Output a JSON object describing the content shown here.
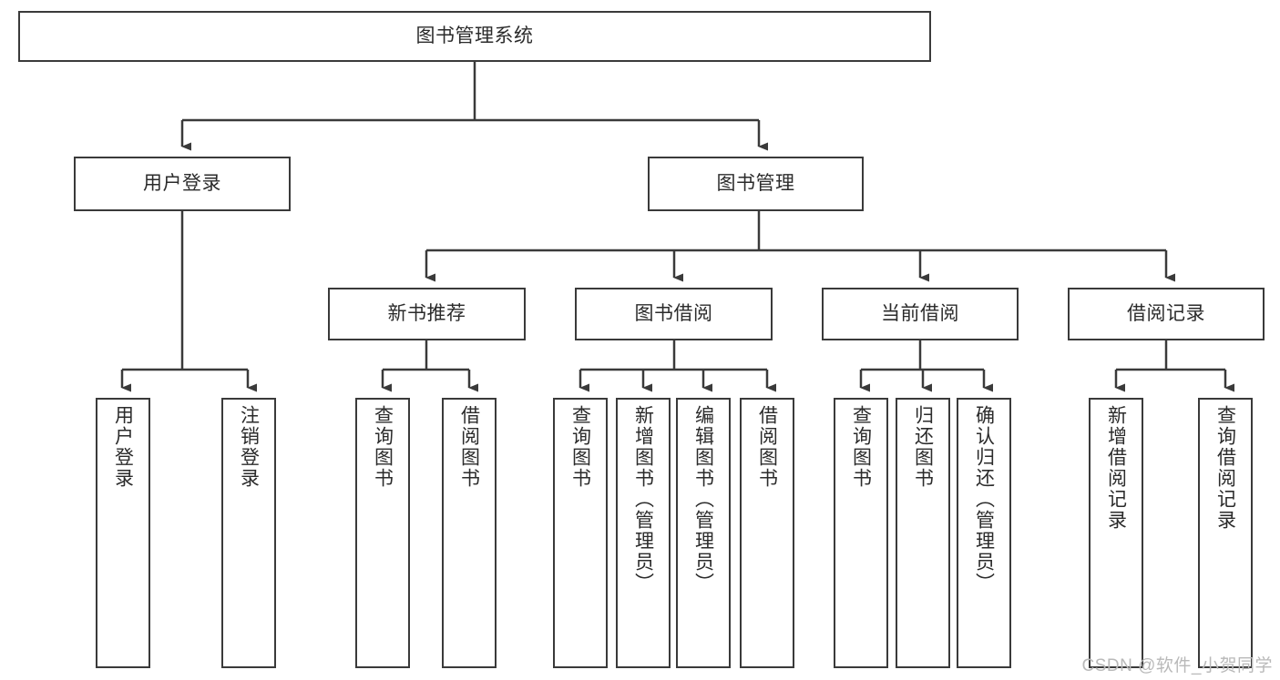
{
  "diagram": {
    "title": "图书管理系统",
    "type": "tree-hierarchy-diagram",
    "colors": {
      "background": "#ffffff",
      "box_border": "#3a3a3a",
      "box_fill": "#ffffff",
      "connector": "#3a3a3a",
      "text": "#2b2b2b",
      "watermark": "#b9b9b9"
    },
    "root": {
      "label": "图书管理系统"
    },
    "level2": [
      {
        "label": "用户登录"
      },
      {
        "label": "图书管理"
      }
    ],
    "level3": [
      {
        "label": "新书推荐"
      },
      {
        "label": "图书借阅"
      },
      {
        "label": "当前借阅"
      },
      {
        "label": "借阅记录"
      }
    ],
    "leaves": {
      "user_login": [
        {
          "label": "用户登录"
        },
        {
          "label": "注销登录"
        }
      ],
      "new_book_recommend": [
        {
          "label": "查询图书"
        },
        {
          "label": "借阅图书"
        }
      ],
      "book_borrow": [
        {
          "label": "查询图书"
        },
        {
          "label": "新增图书（管理员）"
        },
        {
          "label": "编辑图书（管理员）"
        },
        {
          "label": "借阅图书"
        }
      ],
      "current_borrow": [
        {
          "label": "查询图书"
        },
        {
          "label": "归还图书"
        },
        {
          "label": "确认归还（管理员）"
        }
      ],
      "borrow_record": [
        {
          "label": "新增借阅记录"
        },
        {
          "label": "查询借阅记录"
        }
      ]
    }
  },
  "watermark": {
    "text": "CSDN @软件_小贺同学"
  }
}
